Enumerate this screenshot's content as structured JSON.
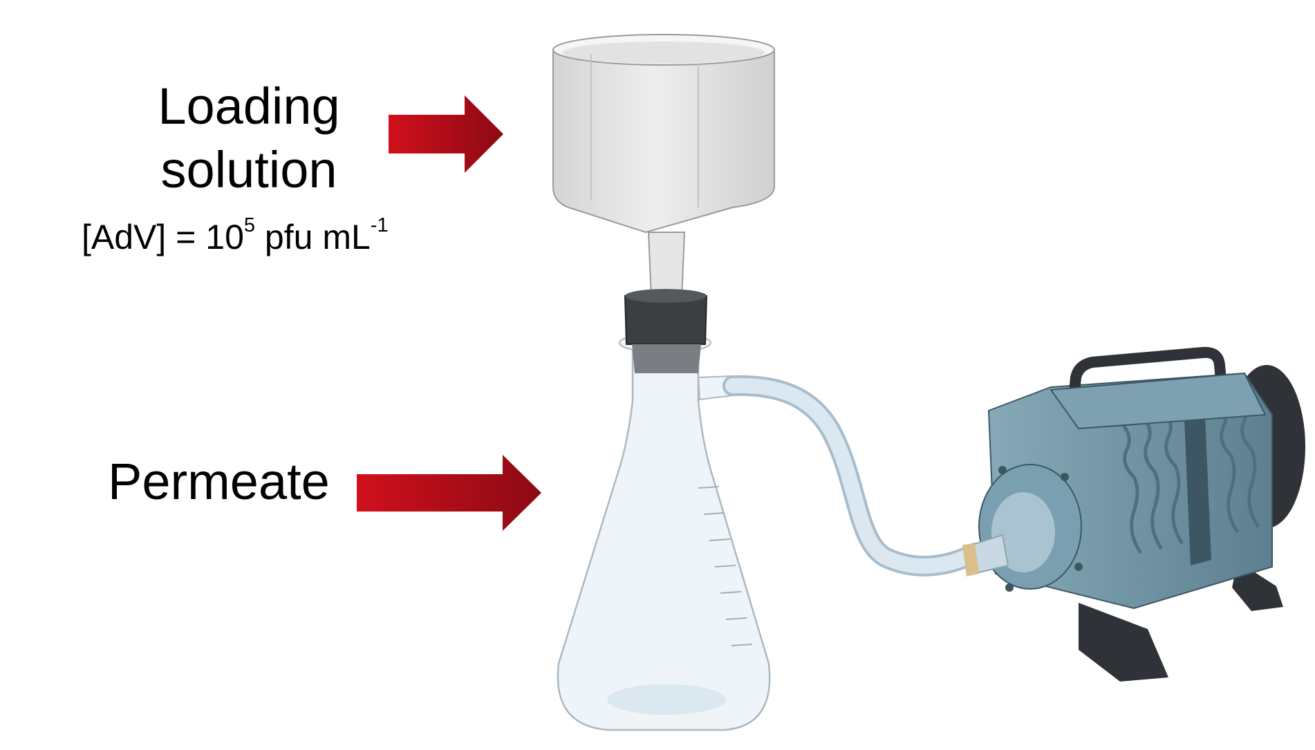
{
  "labels": {
    "loading_line1": "Loading",
    "loading_line2": "solution",
    "conc_prefix": "[AdV] = 10",
    "conc_exp": "5",
    "conc_unit": " pfu mL",
    "conc_unit_exp": "-1",
    "permeate": "Permeate"
  },
  "colors": {
    "arrow_light": "#d0101c",
    "arrow_dark": "#8c0a14",
    "funnel": "#e6e6e6",
    "stopper": "#3c3f42",
    "flask_glass": "#eef4f8",
    "tubing": "#cfe0ec",
    "pump_body": "#6f95a6",
    "pump_dark": "#3d5664"
  },
  "icons": [
    "buchner-funnel-icon",
    "rubber-stopper-icon",
    "erlenmeyer-flask-icon",
    "vacuum-tubing-icon",
    "vacuum-pump-icon"
  ]
}
